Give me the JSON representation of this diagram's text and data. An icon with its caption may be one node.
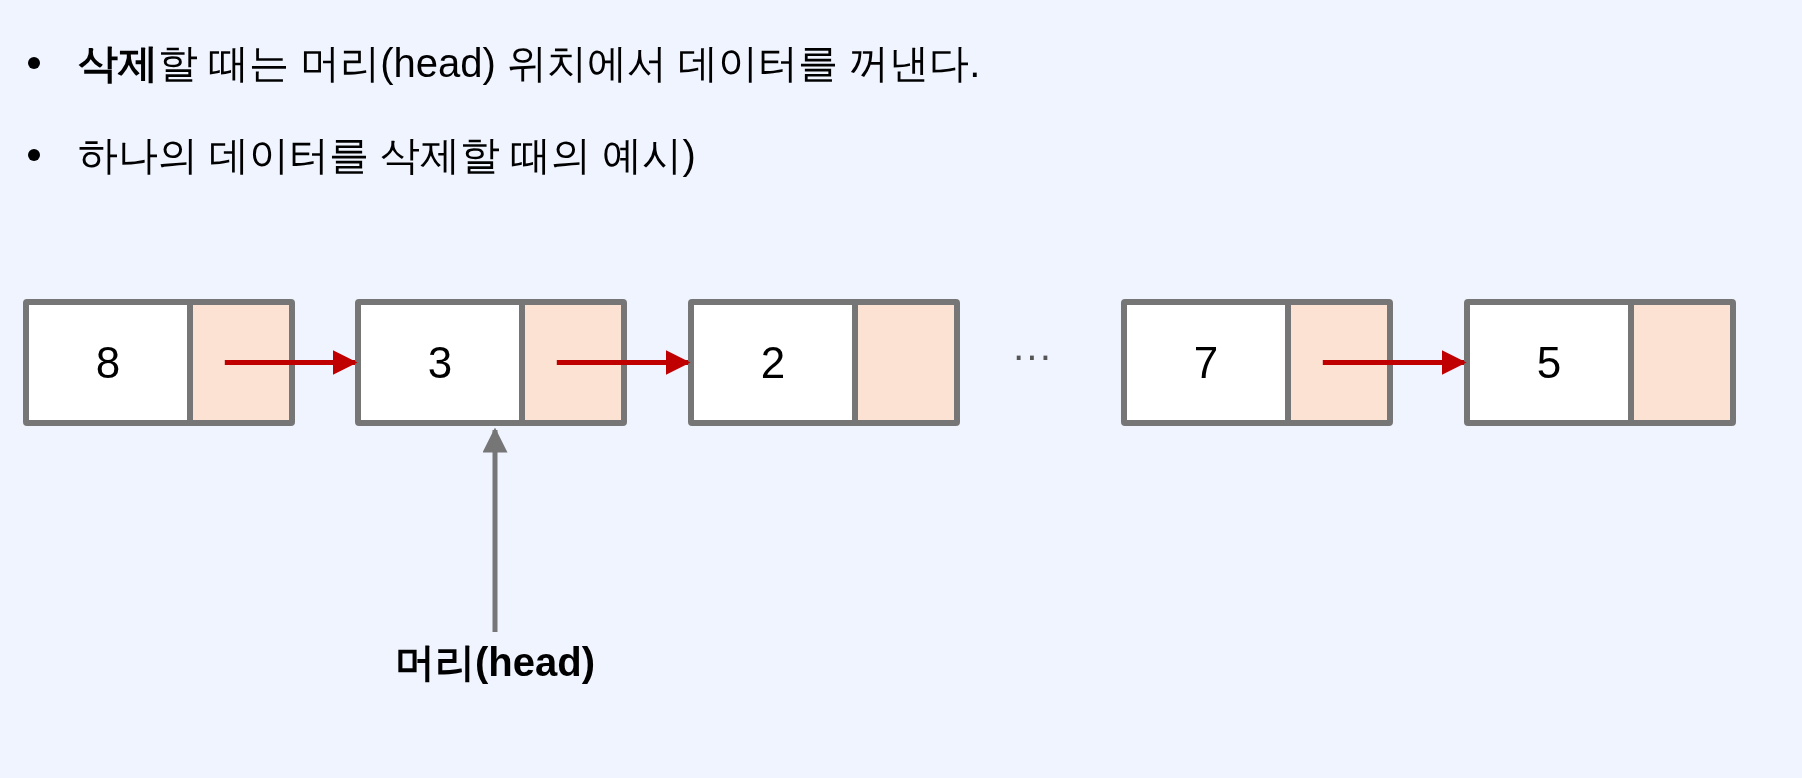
{
  "diagram": {
    "nodes": [
      {
        "text": [
          "8"
        ]
      },
      {
        "text": [],
        "shape": "box",
        "in": 0
      },
      {
        "text": [
          "3"
        ]
      },
      {
        "text": [],
        "shape": "box",
        "in": 2
      },
      {
        "text": [
          "2"
        ]
      },
      {
        "text": [],
        "shape": "box",
        "in": 4
      },
      {
        "text": [
          "7"
        ]
      },
      {
        "text": [],
        "shape": "box",
        "in": 6
      },
      {
        "text": [
          "5"
        ]
      },
      {
        "text": [],
        "shape": "box",
        "in": 8
      },
      {
        "text": [
          "머리(head)"
        ]
      }
    ],
    "edges": [
      {
        "from": 1,
        "to": 2,
        "arrow": "to"
      },
      {
        "from": 3,
        "to": 4,
        "arrow": "to"
      },
      {
        "from": 7,
        "to": 8,
        "arrow": "to"
      },
      {
        "from": 10,
        "to": 2,
        "arrow": "to",
        "color": "#767676"
      }
    ],
    "labels": [
      "**삭제**할 때는 머리(head) 위치에서 데이터를 꺼낸다.",
      "하나의 데이터를 삭제할 때의 예시)",
      "···"
    ]
  }
}
